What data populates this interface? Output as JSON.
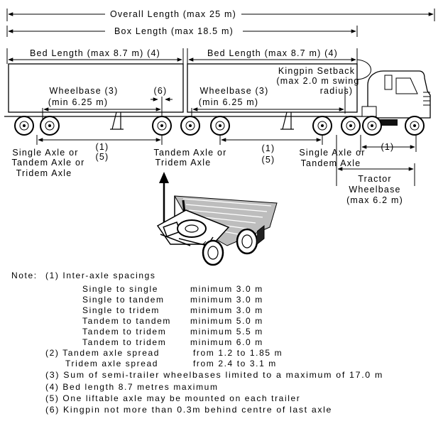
{
  "dimensions": {
    "overall_length": "Overall Length (max 25 m)",
    "box_length": "Box Length (max 18.5 m)",
    "bed_length_1": "Bed Length (max 8.7 m) (4)",
    "bed_length_2": "Bed Length (max 8.7 m) (4)",
    "kingpin_setback": [
      "Kingpin Setback",
      "(max 2.0 m swing",
      "radius)"
    ],
    "wheelbase_1": [
      "Wheelbase (3)",
      "(min 6.25 m)"
    ],
    "wheelbase_2": [
      "Wheelbase (3)",
      "(min 6.25 m)"
    ],
    "note_6_marker": "(6)"
  },
  "axle_labels": {
    "first_group": [
      "Single Axle or",
      "Tandem Axle or",
      "Tridem Axle"
    ],
    "middle_group": [
      "Tandem Axle or",
      "Tridem Axle"
    ],
    "third_group": [
      "Single Axle or",
      "Tandem Axle"
    ],
    "spacing_marker_1": [
      "(1)",
      "(5)"
    ],
    "spacing_marker_2": [
      "(1)",
      "(5)"
    ],
    "spacing_marker_3": "(1)",
    "tractor_wheelbase": [
      "Tractor",
      "Wheelbase",
      "(max 6.2 m)"
    ]
  },
  "notes": {
    "heading": "Note:",
    "n1_label": "(1) Inter-axle spacings",
    "spacings": [
      {
        "pair": "Single to single",
        "value": "minimum 3.0 m"
      },
      {
        "pair": "Single to tandem",
        "value": "minimum 3.0 m"
      },
      {
        "pair": "Single to tridem",
        "value": "minimum 3.0 m"
      },
      {
        "pair": "Tandem to tandem",
        "value": "minimum 5.0 m"
      },
      {
        "pair": "Tandem to tridem",
        "value": "minimum 5.5 m"
      },
      {
        "pair": "Tandem to tridem",
        "value": "minimum 6.0 m"
      }
    ],
    "n2_tandem_label": "(2) Tandem axle spread",
    "n2_tandem_value": "from 1.2 to 1.85 m",
    "n2_tridem_label": "Tridem axle spread",
    "n2_tridem_value": "from 2.4 to 3.1 m",
    "n3": "(3) Sum of semi-trailer wheelbases limited to a maximum of 17.0 m",
    "n4": "(4) Bed length 8.7 metres maximum",
    "n5": "(5) One liftable axle may be mounted on each trailer",
    "n6": "(6) Kingpin not more than 0.3m behind centre of last axle"
  }
}
